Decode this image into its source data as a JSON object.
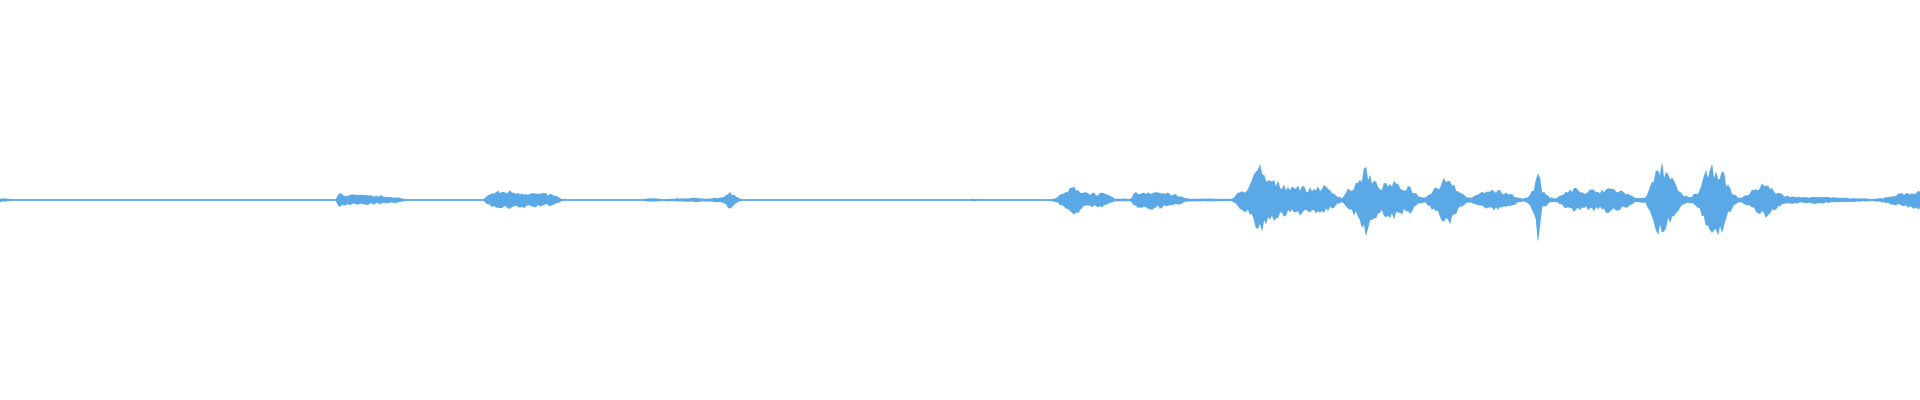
{
  "waveform": {
    "color": "#5aa9e6",
    "background": "#ffffff",
    "amplitude_profile": [
      [
        0.0,
        0.01
      ],
      [
        0.004,
        0.006
      ],
      [
        0.008,
        0.002
      ],
      [
        0.12,
        0.002
      ],
      [
        0.123,
        0.004
      ],
      [
        0.126,
        0.002
      ],
      [
        0.175,
        0.002
      ],
      [
        0.1765,
        0.04
      ],
      [
        0.18,
        0.03
      ],
      [
        0.19,
        0.025
      ],
      [
        0.205,
        0.018
      ],
      [
        0.211,
        0.003
      ],
      [
        0.252,
        0.003
      ],
      [
        0.254,
        0.028
      ],
      [
        0.258,
        0.045
      ],
      [
        0.265,
        0.05
      ],
      [
        0.275,
        0.04
      ],
      [
        0.288,
        0.03
      ],
      [
        0.293,
        0.003
      ],
      [
        0.335,
        0.003
      ],
      [
        0.338,
        0.01
      ],
      [
        0.345,
        0.004
      ],
      [
        0.36,
        0.01
      ],
      [
        0.37,
        0.008
      ],
      [
        0.377,
        0.015
      ],
      [
        0.38,
        0.045
      ],
      [
        0.383,
        0.02
      ],
      [
        0.386,
        0.003
      ],
      [
        0.505,
        0.003
      ],
      [
        0.507,
        0.006
      ],
      [
        0.51,
        0.003
      ],
      [
        0.547,
        0.003
      ],
      [
        0.55,
        0.012
      ],
      [
        0.556,
        0.05
      ],
      [
        0.56,
        0.08
      ],
      [
        0.563,
        0.05
      ],
      [
        0.568,
        0.04
      ],
      [
        0.575,
        0.035
      ],
      [
        0.581,
        0.006
      ],
      [
        0.589,
        0.006
      ],
      [
        0.591,
        0.04
      ],
      [
        0.6,
        0.05
      ],
      [
        0.61,
        0.035
      ],
      [
        0.619,
        0.006
      ],
      [
        0.642,
        0.006
      ],
      [
        0.645,
        0.04
      ],
      [
        0.65,
        0.07
      ],
      [
        0.653,
        0.13
      ],
      [
        0.656,
        0.19
      ],
      [
        0.659,
        0.13
      ],
      [
        0.664,
        0.1
      ],
      [
        0.67,
        0.08
      ],
      [
        0.676,
        0.08
      ],
      [
        0.682,
        0.06
      ],
      [
        0.689,
        0.08
      ],
      [
        0.696,
        0.03
      ],
      [
        0.699,
        0.008
      ],
      [
        0.702,
        0.06
      ],
      [
        0.706,
        0.08
      ],
      [
        0.709,
        0.13
      ],
      [
        0.711,
        0.19
      ],
      [
        0.715,
        0.1
      ],
      [
        0.72,
        0.08
      ],
      [
        0.725,
        0.1
      ],
      [
        0.73,
        0.07
      ],
      [
        0.734,
        0.08
      ],
      [
        0.738,
        0.03
      ],
      [
        0.742,
        0.01
      ],
      [
        0.746,
        0.06
      ],
      [
        0.75,
        0.09
      ],
      [
        0.754,
        0.15
      ],
      [
        0.757,
        0.09
      ],
      [
        0.762,
        0.03
      ],
      [
        0.766,
        0.01
      ],
      [
        0.77,
        0.03
      ],
      [
        0.775,
        0.06
      ],
      [
        0.78,
        0.05
      ],
      [
        0.786,
        0.04
      ],
      [
        0.792,
        0.008
      ],
      [
        0.795,
        0.01
      ],
      [
        0.797,
        0.03
      ],
      [
        0.8,
        0.1
      ],
      [
        0.801,
        0.21
      ],
      [
        0.803,
        0.05
      ],
      [
        0.807,
        0.015
      ],
      [
        0.81,
        0.008
      ],
      [
        0.813,
        0.03
      ],
      [
        0.817,
        0.05
      ],
      [
        0.82,
        0.07
      ],
      [
        0.825,
        0.04
      ],
      [
        0.83,
        0.06
      ],
      [
        0.833,
        0.04
      ],
      [
        0.837,
        0.07
      ],
      [
        0.842,
        0.06
      ],
      [
        0.847,
        0.04
      ],
      [
        0.852,
        0.01
      ],
      [
        0.857,
        0.015
      ],
      [
        0.86,
        0.08
      ],
      [
        0.863,
        0.17
      ],
      [
        0.865,
        0.2
      ],
      [
        0.867,
        0.15
      ],
      [
        0.87,
        0.13
      ],
      [
        0.873,
        0.08
      ],
      [
        0.876,
        0.03
      ],
      [
        0.88,
        0.015
      ],
      [
        0.885,
        0.05
      ],
      [
        0.888,
        0.14
      ],
      [
        0.891,
        0.17
      ],
      [
        0.894,
        0.19
      ],
      [
        0.897,
        0.16
      ],
      [
        0.9,
        0.08
      ],
      [
        0.903,
        0.03
      ],
      [
        0.906,
        0.01
      ],
      [
        0.91,
        0.03
      ],
      [
        0.915,
        0.07
      ],
      [
        0.919,
        0.1
      ],
      [
        0.923,
        0.06
      ],
      [
        0.928,
        0.03
      ],
      [
        0.932,
        0.02
      ],
      [
        0.938,
        0.015
      ],
      [
        0.945,
        0.02
      ],
      [
        0.952,
        0.015
      ],
      [
        0.96,
        0.01
      ],
      [
        0.97,
        0.008
      ],
      [
        0.975,
        0.004
      ],
      [
        0.98,
        0.01
      ],
      [
        0.988,
        0.03
      ],
      [
        0.995,
        0.045
      ],
      [
        1.0,
        0.045
      ]
    ]
  }
}
